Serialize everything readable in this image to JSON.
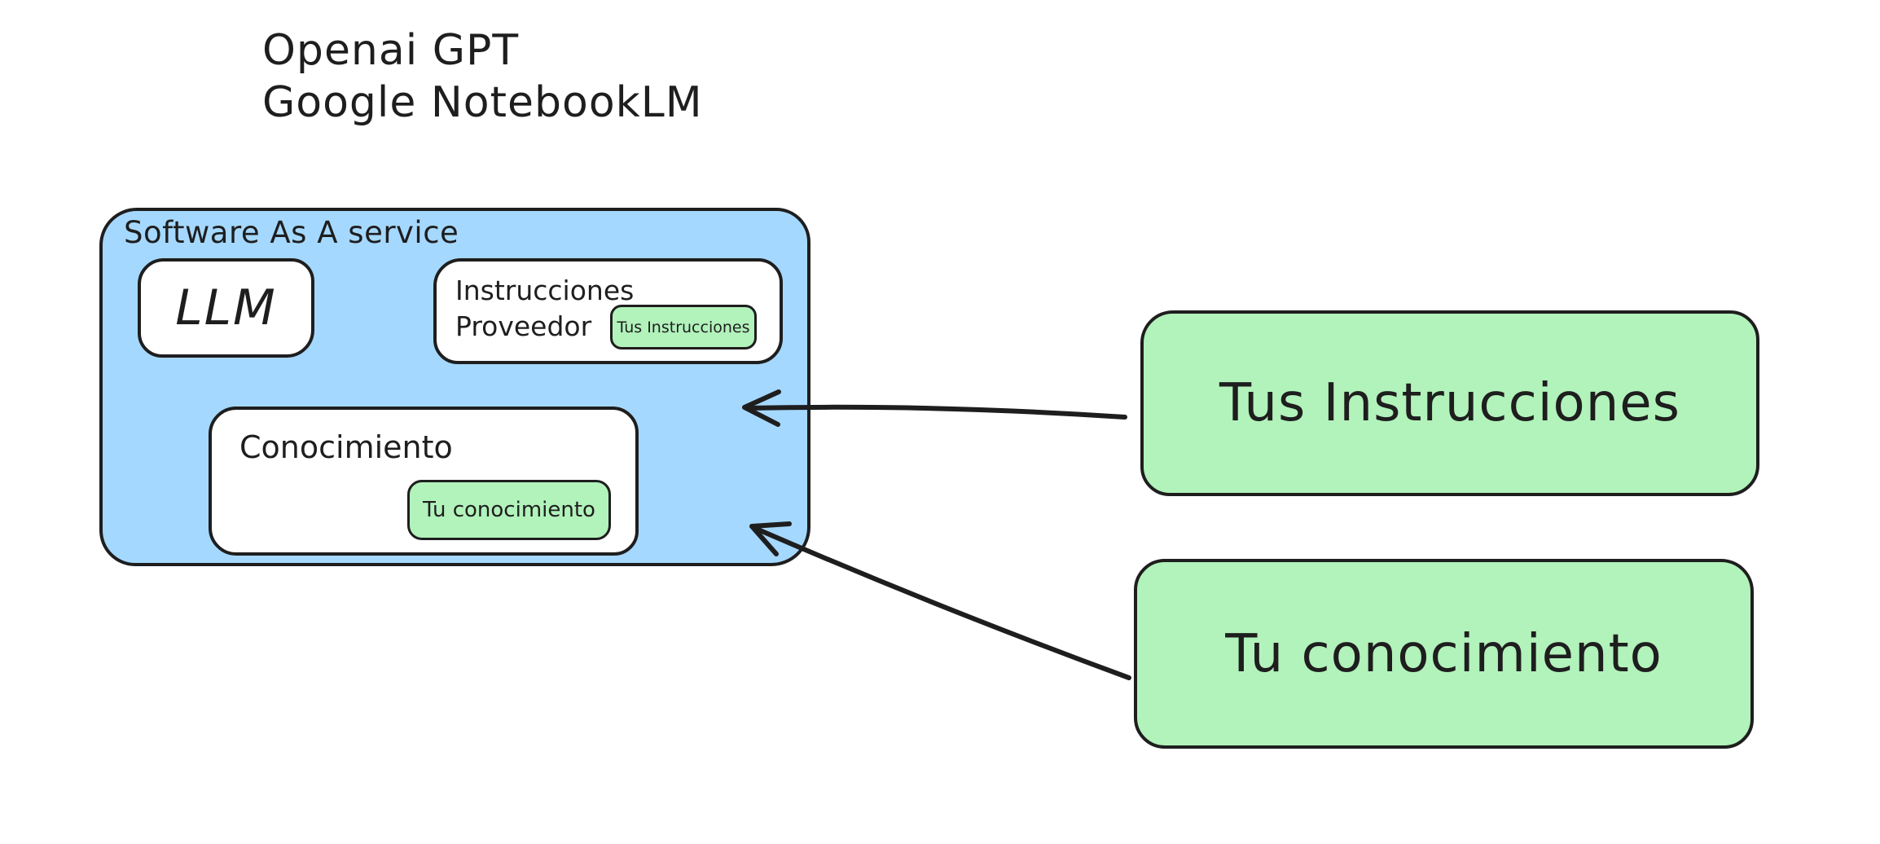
{
  "colors": {
    "container_fill": "#a5d8ff",
    "highlight_fill": "#b2f2bb",
    "stroke": "#1e1e1e",
    "canvas_bg": "#ffffff"
  },
  "providers_note": {
    "line1": "Openai GPT",
    "line2": "Google NotebookLM"
  },
  "saas": {
    "label": "Software As A service",
    "llm": {
      "label": "LLM"
    },
    "provider_instructions": {
      "line1": "Instrucciones",
      "line2": "Proveedor",
      "chip_label": "Tus Instrucciones"
    },
    "knowledge": {
      "label": "Conocimiento",
      "chip_label": "Tu conocimiento"
    }
  },
  "external": {
    "instructions_label": "Tus Instrucciones",
    "knowledge_label": "Tu conocimiento"
  },
  "diagram": {
    "type": "flow",
    "edges": [
      {
        "from": "external-instructions-box",
        "to": "saas-container",
        "style": "arrow-left"
      },
      {
        "from": "external-knowledge-box",
        "to": "saas-container",
        "style": "arrow-up-left"
      }
    ]
  }
}
